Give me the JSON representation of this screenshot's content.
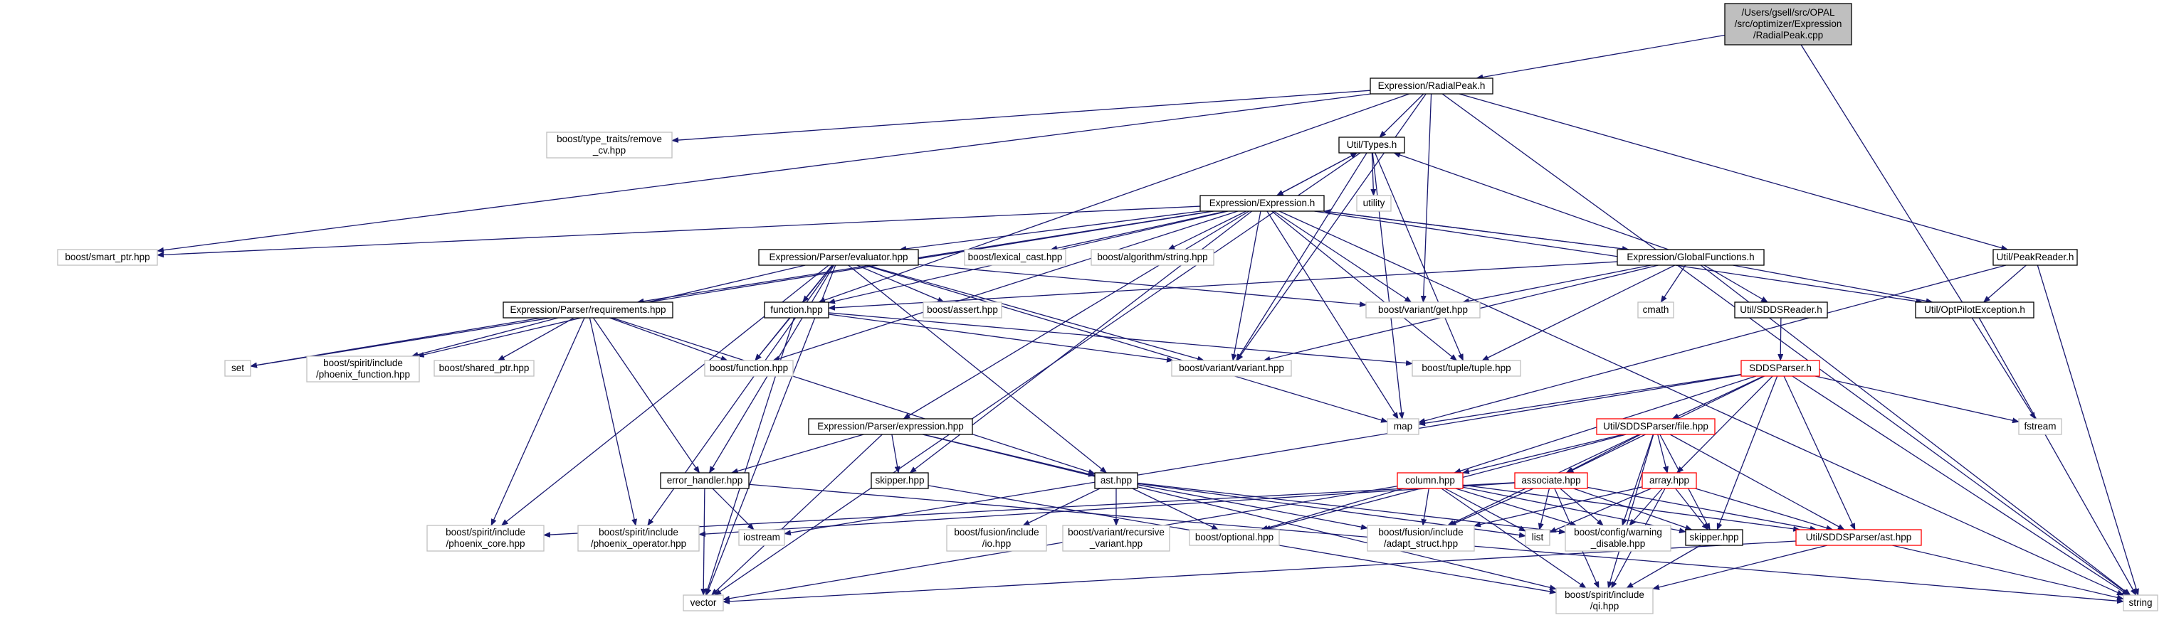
{
  "colors": {
    "edge": "#191970",
    "node_default_border": "#000000",
    "node_external_border": "#bfbfbf",
    "node_truncated_border": "#ff0000",
    "root_fill": "#bfbfbf",
    "text": "#000000",
    "background": "#ffffff"
  },
  "nodes": [
    {
      "id": "root",
      "lines": [
        "/Users/gsell/src/OPAL",
        "/src/optimizer/Expression",
        "/RadialPeak.cpp"
      ],
      "style": "root"
    },
    {
      "id": "radialpeak",
      "lines": [
        "Expression/RadialPeak.h"
      ],
      "style": "internal"
    },
    {
      "id": "remove_cv",
      "lines": [
        "boost/type_traits/remove",
        "_cv.hpp"
      ],
      "style": "external"
    },
    {
      "id": "smart_ptr",
      "lines": [
        "boost/smart_ptr.hpp"
      ],
      "style": "external"
    },
    {
      "id": "types",
      "lines": [
        "Util/Types.h"
      ],
      "style": "internal"
    },
    {
      "id": "utility",
      "lines": [
        "utility"
      ],
      "style": "external"
    },
    {
      "id": "expression",
      "lines": [
        "Expression/Expression.h"
      ],
      "style": "internal"
    },
    {
      "id": "evaluator",
      "lines": [
        "Expression/Parser/evaluator.hpp"
      ],
      "style": "internal"
    },
    {
      "id": "lexical_cast",
      "lines": [
        "boost/lexical_cast.hpp"
      ],
      "style": "external"
    },
    {
      "id": "algo_string",
      "lines": [
        "boost/algorithm/string.hpp"
      ],
      "style": "external"
    },
    {
      "id": "globalfunctions",
      "lines": [
        "Expression/GlobalFunctions.h"
      ],
      "style": "internal"
    },
    {
      "id": "peakreader",
      "lines": [
        "Util/PeakReader.h"
      ],
      "style": "internal"
    },
    {
      "id": "requirements",
      "lines": [
        "Expression/Parser/requirements.hpp"
      ],
      "style": "internal"
    },
    {
      "id": "function",
      "lines": [
        "function.hpp"
      ],
      "style": "internal"
    },
    {
      "id": "boost_assert",
      "lines": [
        "boost/assert.hpp"
      ],
      "style": "external"
    },
    {
      "id": "variant_get",
      "lines": [
        "boost/variant/get.hpp"
      ],
      "style": "external"
    },
    {
      "id": "cmath",
      "lines": [
        "cmath"
      ],
      "style": "external"
    },
    {
      "id": "sddsreader",
      "lines": [
        "Util/SDDSReader.h"
      ],
      "style": "internal"
    },
    {
      "id": "optpilotexc",
      "lines": [
        "Util/OptPilotException.h"
      ],
      "style": "internal"
    },
    {
      "id": "set",
      "lines": [
        "set"
      ],
      "style": "external"
    },
    {
      "id": "phoenix_function",
      "lines": [
        "boost/spirit/include",
        "/phoenix_function.hpp"
      ],
      "style": "external"
    },
    {
      "id": "shared_ptr",
      "lines": [
        "boost/shared_ptr.hpp"
      ],
      "style": "external"
    },
    {
      "id": "boost_function",
      "lines": [
        "boost/function.hpp"
      ],
      "style": "external"
    },
    {
      "id": "variant",
      "lines": [
        "boost/variant/variant.hpp"
      ],
      "style": "external"
    },
    {
      "id": "tuple",
      "lines": [
        "boost/tuple/tuple.hpp"
      ],
      "style": "external"
    },
    {
      "id": "sddsparser",
      "lines": [
        "SDDSParser.h"
      ],
      "style": "truncated"
    },
    {
      "id": "map",
      "lines": [
        "map"
      ],
      "style": "external"
    },
    {
      "id": "fstream",
      "lines": [
        "fstream"
      ],
      "style": "external"
    },
    {
      "id": "parser_expression",
      "lines": [
        "Expression/Parser/expression.hpp"
      ],
      "style": "internal"
    },
    {
      "id": "sddsparserfile",
      "lines": [
        "Util/SDDSParser/file.hpp"
      ],
      "style": "truncated"
    },
    {
      "id": "error_handler",
      "lines": [
        "error_handler.hpp"
      ],
      "style": "internal"
    },
    {
      "id": "skipper1",
      "lines": [
        "skipper.hpp"
      ],
      "style": "internal"
    },
    {
      "id": "ast",
      "lines": [
        "ast.hpp"
      ],
      "style": "internal"
    },
    {
      "id": "column",
      "lines": [
        "column.hpp"
      ],
      "style": "truncated"
    },
    {
      "id": "associate",
      "lines": [
        "associate.hpp"
      ],
      "style": "truncated"
    },
    {
      "id": "array",
      "lines": [
        "array.hpp"
      ],
      "style": "truncated"
    },
    {
      "id": "phoenix_core",
      "lines": [
        "boost/spirit/include",
        "/phoenix_core.hpp"
      ],
      "style": "external"
    },
    {
      "id": "phoenix_operator",
      "lines": [
        "boost/spirit/include",
        "/phoenix_operator.hpp"
      ],
      "style": "external"
    },
    {
      "id": "iostream",
      "lines": [
        "iostream"
      ],
      "style": "external"
    },
    {
      "id": "fusion_io",
      "lines": [
        "boost/fusion/include",
        "/io.hpp"
      ],
      "style": "external"
    },
    {
      "id": "recursive_variant",
      "lines": [
        "boost/variant/recursive",
        "_variant.hpp"
      ],
      "style": "external"
    },
    {
      "id": "optional",
      "lines": [
        "boost/optional.hpp"
      ],
      "style": "external"
    },
    {
      "id": "adapt_struct",
      "lines": [
        "boost/fusion/include",
        "/adapt_struct.hpp"
      ],
      "style": "external"
    },
    {
      "id": "list",
      "lines": [
        "list"
      ],
      "style": "external"
    },
    {
      "id": "warning_disable",
      "lines": [
        "boost/config/warning",
        "_disable.hpp"
      ],
      "style": "external"
    },
    {
      "id": "skipper2",
      "lines": [
        "skipper.hpp"
      ],
      "style": "internal"
    },
    {
      "id": "sddsparserast",
      "lines": [
        "Util/SDDSParser/ast.hpp"
      ],
      "style": "truncated"
    },
    {
      "id": "vector",
      "lines": [
        "vector"
      ],
      "style": "external"
    },
    {
      "id": "qi",
      "lines": [
        "boost/spirit/include",
        "/qi.hpp"
      ],
      "style": "external"
    },
    {
      "id": "string",
      "lines": [
        "string"
      ],
      "style": "external"
    }
  ],
  "edges": [
    [
      "root",
      "radialpeak"
    ],
    [
      "root",
      "fstream"
    ],
    [
      "radialpeak",
      "remove_cv"
    ],
    [
      "radialpeak",
      "smart_ptr"
    ],
    [
      "radialpeak",
      "types"
    ],
    [
      "radialpeak",
      "function"
    ],
    [
      "radialpeak",
      "variant_get"
    ],
    [
      "radialpeak",
      "variant"
    ],
    [
      "radialpeak",
      "peakreader"
    ],
    [
      "radialpeak",
      "string"
    ],
    [
      "types",
      "utility"
    ],
    [
      "types",
      "expression"
    ],
    [
      "types",
      "vector"
    ],
    [
      "types",
      "map"
    ],
    [
      "types",
      "tuple"
    ],
    [
      "types",
      "variant"
    ],
    [
      "expression",
      "types"
    ],
    [
      "expression",
      "smart_ptr"
    ],
    [
      "expression",
      "set"
    ],
    [
      "expression",
      "evaluator"
    ],
    [
      "expression",
      "lexical_cast"
    ],
    [
      "expression",
      "algo_string"
    ],
    [
      "expression",
      "globalfunctions"
    ],
    [
      "expression",
      "requirements"
    ],
    [
      "expression",
      "function"
    ],
    [
      "expression",
      "boost_function"
    ],
    [
      "expression",
      "variant_get"
    ],
    [
      "expression",
      "variant"
    ],
    [
      "expression",
      "tuple"
    ],
    [
      "expression",
      "map"
    ],
    [
      "expression",
      "parser_expression"
    ],
    [
      "expression",
      "skipper1"
    ],
    [
      "expression",
      "optpilotexc"
    ],
    [
      "expression",
      "string"
    ],
    [
      "evaluator",
      "function"
    ],
    [
      "evaluator",
      "boost_assert"
    ],
    [
      "evaluator",
      "variant_get"
    ],
    [
      "evaluator",
      "boost_function"
    ],
    [
      "evaluator",
      "variant"
    ],
    [
      "evaluator",
      "phoenix_function"
    ],
    [
      "evaluator",
      "phoenix_core"
    ],
    [
      "evaluator",
      "phoenix_operator"
    ],
    [
      "evaluator",
      "error_handler"
    ],
    [
      "evaluator",
      "ast"
    ],
    [
      "evaluator",
      "map"
    ],
    [
      "evaluator",
      "vector"
    ],
    [
      "globalfunctions",
      "expression"
    ],
    [
      "globalfunctions",
      "types"
    ],
    [
      "globalfunctions",
      "function"
    ],
    [
      "globalfunctions",
      "variant_get"
    ],
    [
      "globalfunctions",
      "cmath"
    ],
    [
      "globalfunctions",
      "sddsreader"
    ],
    [
      "globalfunctions",
      "optpilotexc"
    ],
    [
      "globalfunctions",
      "variant"
    ],
    [
      "globalfunctions",
      "tuple"
    ],
    [
      "globalfunctions",
      "string"
    ],
    [
      "peakreader",
      "optpilotexc"
    ],
    [
      "peakreader",
      "map"
    ],
    [
      "peakreader",
      "string"
    ],
    [
      "requirements",
      "set"
    ],
    [
      "requirements",
      "phoenix_function"
    ],
    [
      "requirements",
      "shared_ptr"
    ],
    [
      "requirements",
      "boost_function"
    ],
    [
      "requirements",
      "ast"
    ],
    [
      "requirements",
      "error_handler"
    ],
    [
      "requirements",
      "phoenix_core"
    ],
    [
      "requirements",
      "phoenix_operator"
    ],
    [
      "function",
      "boost_function"
    ],
    [
      "function",
      "variant"
    ],
    [
      "function",
      "tuple"
    ],
    [
      "function",
      "vector"
    ],
    [
      "sddsreader",
      "sddsparser"
    ],
    [
      "optpilotexc",
      "string"
    ],
    [
      "sddsparser",
      "map"
    ],
    [
      "sddsparser",
      "fstream"
    ],
    [
      "sddsparser",
      "iostream"
    ],
    [
      "sddsparser",
      "sddsparserfile"
    ],
    [
      "sddsparser",
      "column"
    ],
    [
      "sddsparser",
      "associate"
    ],
    [
      "sddsparser",
      "array"
    ],
    [
      "sddsparser",
      "skipper2"
    ],
    [
      "sddsparser",
      "sddsparserast"
    ],
    [
      "sddsparser",
      "string"
    ],
    [
      "parser_expression",
      "error_handler"
    ],
    [
      "parser_expression",
      "skipper1"
    ],
    [
      "parser_expression",
      "ast"
    ],
    [
      "parser_expression",
      "vector"
    ],
    [
      "parser_expression",
      "qi"
    ],
    [
      "sddsparserfile",
      "column"
    ],
    [
      "sddsparserfile",
      "associate"
    ],
    [
      "sddsparserfile",
      "array"
    ],
    [
      "sddsparserfile",
      "optional"
    ],
    [
      "sddsparserfile",
      "adapt_struct"
    ],
    [
      "sddsparserfile",
      "warning_disable"
    ],
    [
      "sddsparserfile",
      "skipper2"
    ],
    [
      "sddsparserfile",
      "sddsparserast"
    ],
    [
      "sddsparserfile",
      "qi"
    ],
    [
      "error_handler",
      "iostream"
    ],
    [
      "error_handler",
      "vector"
    ],
    [
      "error_handler",
      "string"
    ],
    [
      "skipper1",
      "qi"
    ],
    [
      "ast",
      "fusion_io"
    ],
    [
      "ast",
      "recursive_variant"
    ],
    [
      "ast",
      "optional"
    ],
    [
      "ast",
      "adapt_struct"
    ],
    [
      "ast",
      "list"
    ],
    [
      "ast",
      "warning_disable"
    ],
    [
      "column",
      "optional"
    ],
    [
      "column",
      "adapt_struct"
    ],
    [
      "column",
      "list"
    ],
    [
      "column",
      "warning_disable"
    ],
    [
      "column",
      "skipper2"
    ],
    [
      "column",
      "sddsparserast"
    ],
    [
      "column",
      "vector"
    ],
    [
      "column",
      "qi"
    ],
    [
      "associate",
      "phoenix_core"
    ],
    [
      "associate",
      "phoenix_operator"
    ],
    [
      "associate",
      "adapt_struct"
    ],
    [
      "associate",
      "list"
    ],
    [
      "associate",
      "warning_disable"
    ],
    [
      "associate",
      "skipper2"
    ],
    [
      "associate",
      "sddsparserast"
    ],
    [
      "associate",
      "qi"
    ],
    [
      "array",
      "list"
    ],
    [
      "array",
      "warning_disable"
    ],
    [
      "array",
      "skipper2"
    ],
    [
      "array",
      "sddsparserast"
    ],
    [
      "array",
      "qi"
    ],
    [
      "array",
      "adapt_struct"
    ],
    [
      "skipper2",
      "qi"
    ],
    [
      "sddsparserast",
      "vector"
    ],
    [
      "sddsparserast",
      "string"
    ],
    [
      "sddsparserast",
      "qi"
    ]
  ]
}
